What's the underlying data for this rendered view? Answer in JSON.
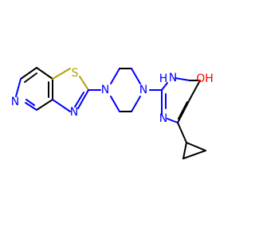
{
  "molecule": {
    "atoms": {
      "s1": {
        "text": "S"
      },
      "n1": {
        "text": "N"
      },
      "n2": {
        "text": "N"
      },
      "n3": {
        "text": "N"
      },
      "n4": {
        "text": "N"
      },
      "h1": {
        "text": "H"
      },
      "n5": {
        "text": "N"
      },
      "o1": {
        "text": "OH"
      },
      "n6": {
        "text": "N"
      }
    }
  },
  "colors": {
    "carbon": "#000000",
    "nitrogen": "#0000ff",
    "sulfur": "#b3a100",
    "oxygen": "#ff0000"
  }
}
